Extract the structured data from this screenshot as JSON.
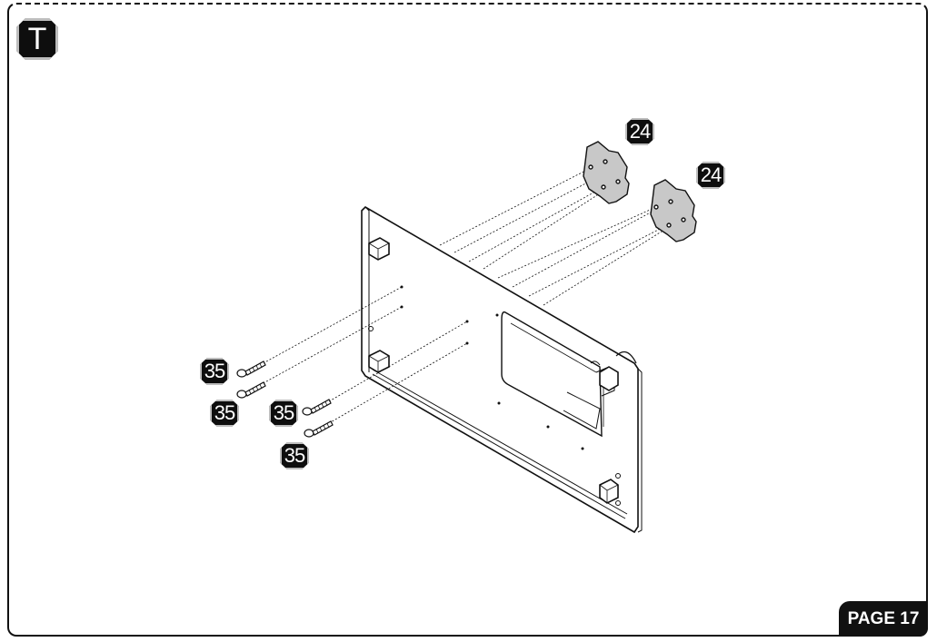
{
  "step": {
    "letter": "T"
  },
  "page": {
    "label": "PAGE 17"
  },
  "parts": [
    {
      "id": "standoff-a",
      "number": "24"
    },
    {
      "id": "standoff-b",
      "number": "24"
    },
    {
      "id": "screw-a",
      "number": "35"
    },
    {
      "id": "screw-b",
      "number": "35"
    },
    {
      "id": "screw-c",
      "number": "35"
    },
    {
      "id": "screw-d",
      "number": "35"
    }
  ],
  "colors": {
    "ink": "#111111",
    "part_fill": "#c8c8c8",
    "badge": "#0e0e0e"
  }
}
